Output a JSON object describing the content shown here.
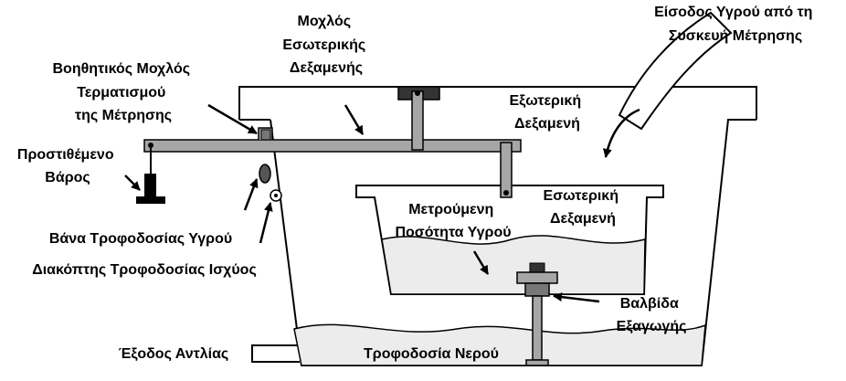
{
  "labels": {
    "inner_tank_lever": [
      "Μοχλός",
      "Εσωτερικής",
      "Δεξαμενής"
    ],
    "fluid_inlet": [
      "Είσοδος Υγρού από τη",
      "Συσκευή Μέτρησης"
    ],
    "auxiliary_lever": [
      "Βοηθητικός Μοχλός",
      "Τερματισμού",
      "της Μέτρησης"
    ],
    "outer_tank": [
      "Εξωτερική",
      "Δεξαμενή"
    ],
    "added_weight": [
      "Προστιθέμενο",
      "Βάρος"
    ],
    "inner_tank": [
      "Εσωτερική",
      "Δεξαμενή"
    ],
    "measured_quantity": [
      "Μετρούμενη",
      "Ποσότητα Υγρού"
    ],
    "fluid_supply_valve": "Βάνα Τροφοδοσίας Υγρού",
    "power_supply_switch": "Διακόπτης Τροφοδοσίας Ισχύος",
    "drain_valve": [
      "Βαλβίδα",
      "Εξαγωγής"
    ],
    "pump_outlet": "Έξοδος Αντλίας",
    "water_supply": "Τροφοδοσία Νερού"
  },
  "colors": {
    "outline": "#000000",
    "metal": "#a6a6a6",
    "water": "#ececec",
    "background": "#ffffff",
    "dark_part": "#333333"
  }
}
